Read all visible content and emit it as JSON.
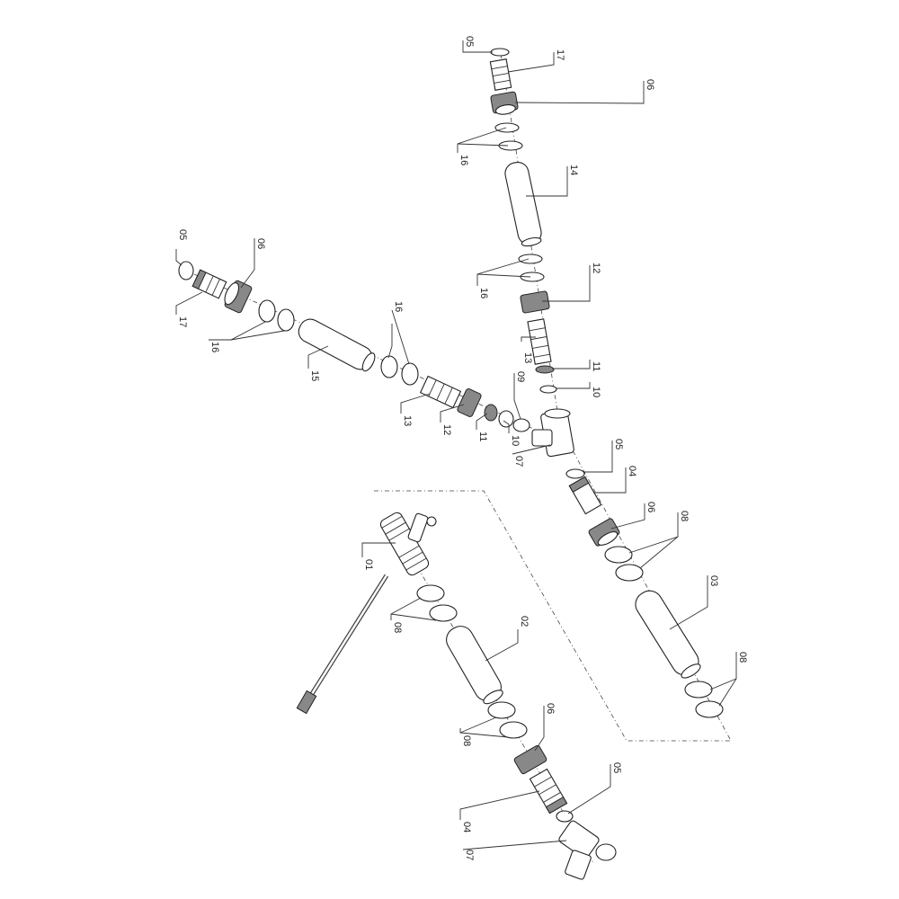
{
  "diagram": {
    "type": "exploded parts diagram",
    "labels": {
      "top_05": "05",
      "top_17": "17",
      "top_06": "06",
      "top_16a": "16",
      "top_14": "14",
      "top_16b": "16",
      "top_12": "12",
      "top_13": "13",
      "top_11": "11",
      "top_10": "10",
      "top_09": "09",
      "mid_05": "05",
      "mid_07": "07",
      "mid_04": "04",
      "mid_06": "06",
      "mid_08a": "08",
      "mid_03": "03",
      "mid_08b": "08",
      "left_05": "05",
      "left_06": "06",
      "left_17": "17",
      "left_16a": "16",
      "left_15": "15",
      "left_16b": "16",
      "left_13": "13",
      "left_12": "12",
      "left_11": "11",
      "left_10": "10",
      "bot_01": "01",
      "bot_08a": "08",
      "bot_02": "02",
      "bot_08b": "08",
      "bot_06": "06",
      "bot_05": "05",
      "bot_04": "04",
      "bot_07": "07"
    }
  }
}
